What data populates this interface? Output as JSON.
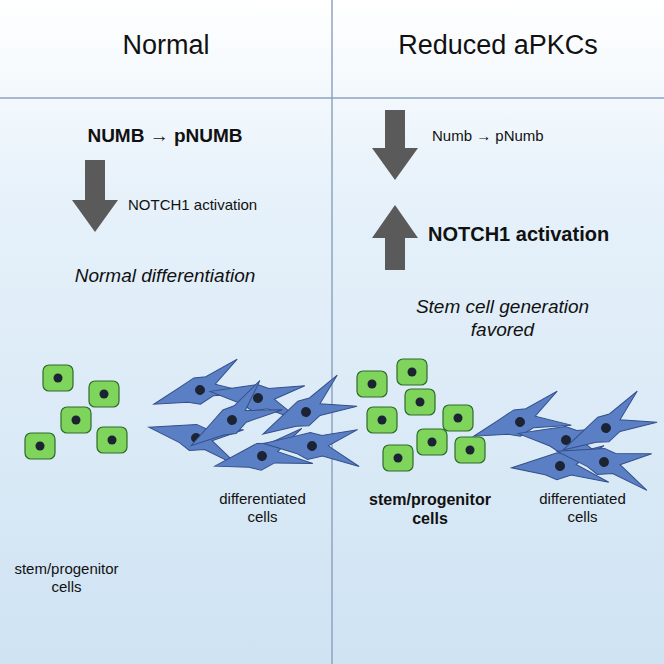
{
  "diagram": {
    "nodes": [
      {
        "text": [
          "Normal"
        ]
      },
      {
        "text": [
          "Reduced aPKCs"
        ]
      }
    ],
    "labels": [
      "NUMB → pNUMB",
      "NOTCH1 activation",
      "Normal differentiation",
      "stem/progenitor cells",
      "differentiated cells",
      "Numb → pNumb",
      "NOTCH1 activation",
      "Stem cell generation favored",
      "stem/progenitor cells",
      "differentiated cells"
    ]
  }
}
